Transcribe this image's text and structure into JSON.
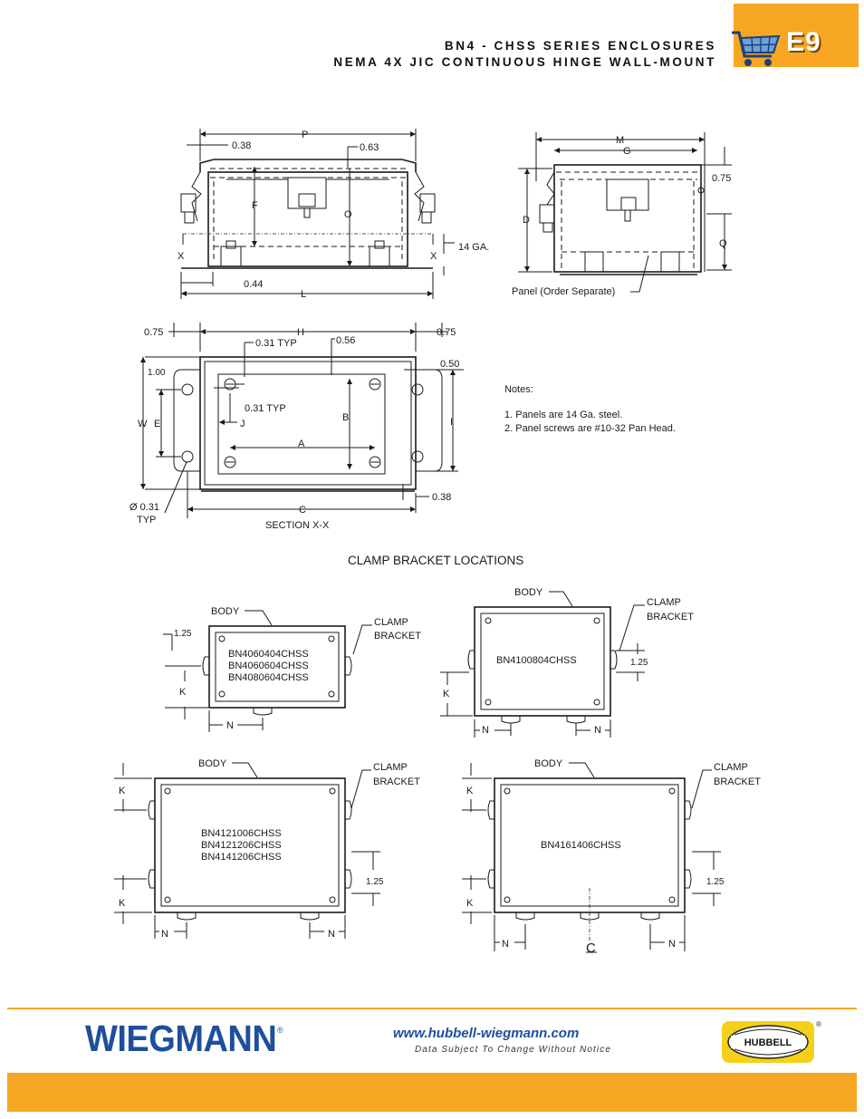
{
  "header": {
    "title_line1": "BN4 - CHSS SERIES ENCLOSURES",
    "title_line2": "NEMA 4X JIC CONTINUOUS HINGE WALL-MOUNT",
    "page_tab": "E9",
    "cart_icon": "shopping-cart-icon",
    "accent_color": "#f6a623"
  },
  "side_view": {
    "P": "P",
    "d038": "0.38",
    "d063": "0.63",
    "F": "F",
    "O": "O",
    "X": "X",
    "ga": "14 GA.",
    "d044": "0.44",
    "L": "L"
  },
  "end_view": {
    "M": "M",
    "G": "G",
    "d075": "0.75",
    "D": "D",
    "Q": "Q",
    "panel": "Panel (Order Separate)"
  },
  "section_view": {
    "d075a": "0.75",
    "H": "H",
    "d075b": "0.75",
    "typ031": "0.31 TYP",
    "d056": "0.56",
    "d050": "0.50",
    "d100": "1.00",
    "typ031b": "0.31 TYP",
    "J": "J",
    "B": "B",
    "W": "W",
    "E": "E",
    "I": "I",
    "A": "A",
    "d038": "0.38",
    "dia": "Ø 0.31",
    "typ": "TYP",
    "C": "C",
    "caption": "SECTION X-X"
  },
  "notes": {
    "heading": "Notes:",
    "items": [
      "1.  Panels are 14 Ga. steel.",
      "2.  Panel screws are #10-32 Pan Head."
    ]
  },
  "clamp": {
    "heading": "CLAMP BRACKET LOCATIONS",
    "body": "BODY",
    "clamp": "CLAMP",
    "bracket": "BRACKET",
    "d125": "1.25",
    "K": "K",
    "N": "N",
    "cl": "C",
    "models_a": [
      "BN4060404CHSS",
      "BN4060604CHSS",
      "BN4080604CHSS"
    ],
    "model_b": "BN4100804CHSS",
    "models_c": [
      "BN4121006CHSS",
      "BN4121206CHSS",
      "BN4141206CHSS"
    ],
    "model_d": "BN4161406CHSS"
  },
  "footer": {
    "brand": "WIEGMANN",
    "reg": "®",
    "website": "www.hubbell-wiegmann.com",
    "disclaimer": "Data Subject To Change Without Notice",
    "partner": "HUBBELL",
    "partner_reg": "®",
    "brand_color": "#1d4f9c"
  }
}
